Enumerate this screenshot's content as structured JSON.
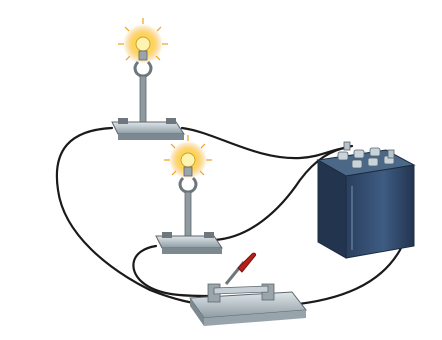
{
  "diagram": {
    "components": [
      {
        "kind": "light-bulb",
        "state": "lit"
      },
      {
        "kind": "light-bulb",
        "state": "lit"
      },
      {
        "kind": "battery"
      },
      {
        "kind": "knife-switch",
        "state": "closed"
      }
    ],
    "colors": {
      "wire": "#1a1a1a",
      "battery_body": "#2b3f5c",
      "battery_front": "#3b5779",
      "base_metal": "#b8c4cc",
      "stand_metal": "#8f9aa0",
      "switch_handle": "#b91f1a",
      "bulb_glow": "#f6c343"
    }
  }
}
